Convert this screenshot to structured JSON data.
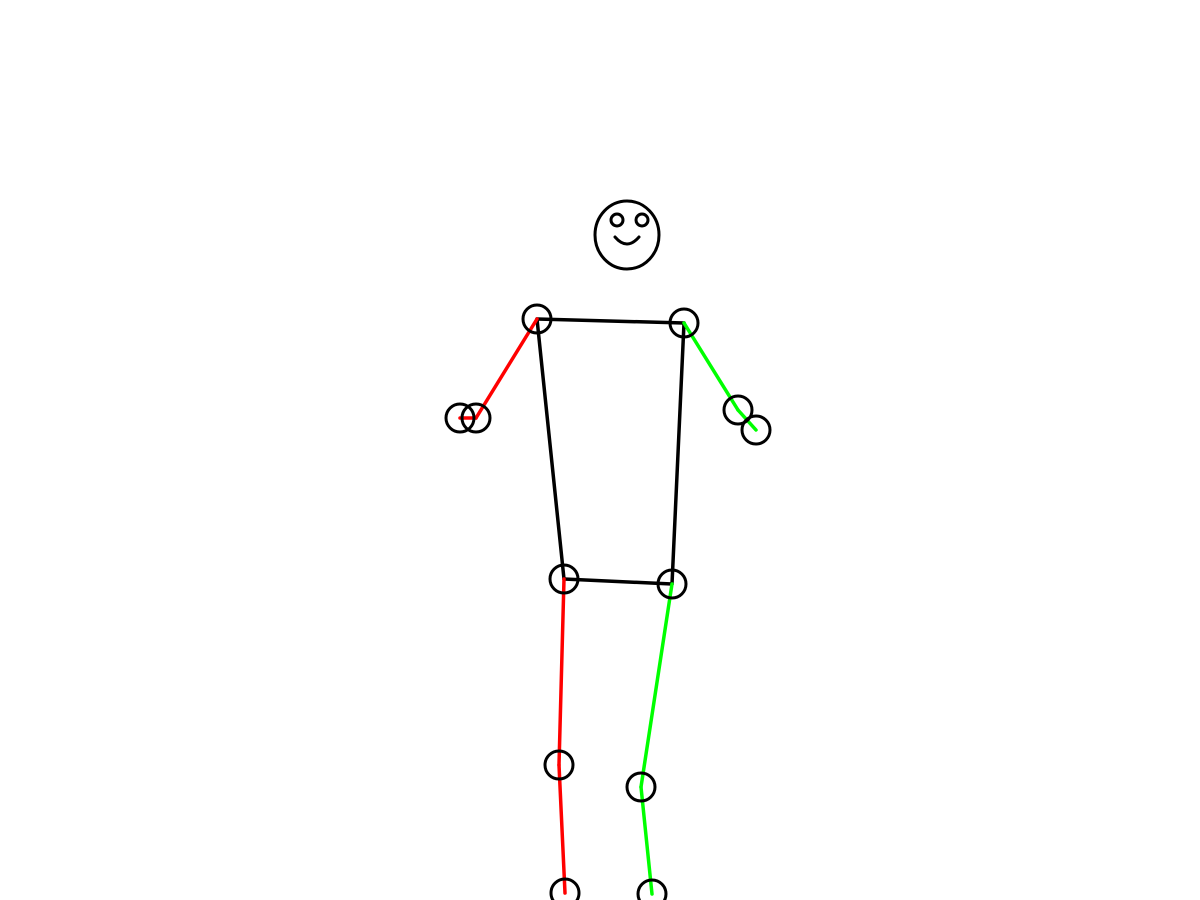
{
  "figure": {
    "colors": {
      "background": "#ffffff",
      "torso": "#000000",
      "joint_outline": "#000000",
      "head_outline": "#000000",
      "right_side": "#ff0000",
      "left_side": "#00ff00"
    },
    "head": {
      "shape": "oval",
      "features": [
        "eye",
        "eye",
        "smile"
      ]
    },
    "joints": [
      "right-shoulder",
      "left-shoulder",
      "right-elbow",
      "right-wrist",
      "left-elbow",
      "left-wrist",
      "right-hip",
      "left-hip",
      "right-knee",
      "right-ankle",
      "left-knee",
      "left-ankle"
    ],
    "segments": [
      {
        "name": "shoulder-line",
        "from": "right-shoulder",
        "to": "left-shoulder",
        "color_key": "torso"
      },
      {
        "name": "right-torso-side",
        "from": "right-shoulder",
        "to": "right-hip",
        "color_key": "torso"
      },
      {
        "name": "left-torso-side",
        "from": "left-shoulder",
        "to": "left-hip",
        "color_key": "torso"
      },
      {
        "name": "hip-line",
        "from": "right-hip",
        "to": "left-hip",
        "color_key": "torso"
      },
      {
        "name": "right-upper-arm",
        "from": "right-shoulder",
        "to": "right-elbow",
        "color_key": "right_side"
      },
      {
        "name": "right-forearm",
        "from": "right-elbow",
        "to": "right-wrist",
        "color_key": "right_side"
      },
      {
        "name": "left-upper-arm",
        "from": "left-shoulder",
        "to": "left-elbow",
        "color_key": "left_side"
      },
      {
        "name": "left-forearm",
        "from": "left-elbow",
        "to": "left-wrist",
        "color_key": "left_side"
      },
      {
        "name": "right-thigh",
        "from": "right-hip",
        "to": "right-knee",
        "color_key": "right_side"
      },
      {
        "name": "right-shin",
        "from": "right-knee",
        "to": "right-ankle",
        "color_key": "right_side"
      },
      {
        "name": "left-thigh",
        "from": "left-hip",
        "to": "left-knee",
        "color_key": "left_side"
      },
      {
        "name": "left-shin",
        "from": "left-knee",
        "to": "left-ankle",
        "color_key": "left_side"
      }
    ]
  }
}
